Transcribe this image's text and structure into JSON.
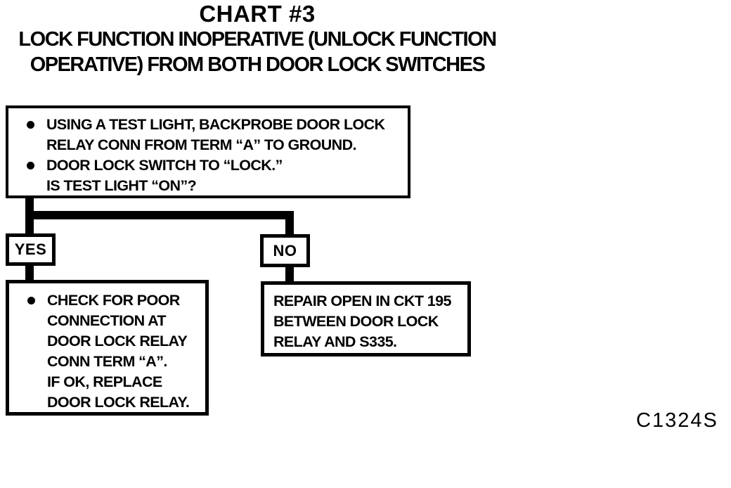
{
  "header": {
    "title": "CHART #3",
    "subtitle_line1": "LOCK FUNCTION INOPERATIVE (UNLOCK FUNCTION",
    "subtitle_line2": "OPERATIVE) FROM BOTH DOOR LOCK SWITCHES"
  },
  "decision_box": {
    "bullets": [
      {
        "lines": [
          "USING A TEST LIGHT, BACKPROBE DOOR LOCK",
          "RELAY CONN FROM TERM “A” TO GROUND."
        ]
      },
      {
        "lines": [
          "DOOR LOCK SWITCH TO  “LOCK.”",
          "IS TEST LIGHT “ON”?"
        ]
      }
    ]
  },
  "branches": {
    "yes_label": "YES",
    "no_label": "NO"
  },
  "yes_result_box": {
    "lines": [
      "CHECK FOR POOR",
      "CONNECTION AT",
      "DOOR LOCK RELAY",
      "CONN TERM “A”.",
      "IF OK, REPLACE",
      "DOOR LOCK RELAY."
    ]
  },
  "no_result_box": {
    "lines": [
      "REPAIR OPEN IN CKT 195",
      "BETWEEN DOOR LOCK",
      "RELAY AND S335."
    ]
  },
  "footer": {
    "figure_code": "C1324S"
  },
  "colors": {
    "ink": "#000000",
    "paper": "#ffffff"
  }
}
